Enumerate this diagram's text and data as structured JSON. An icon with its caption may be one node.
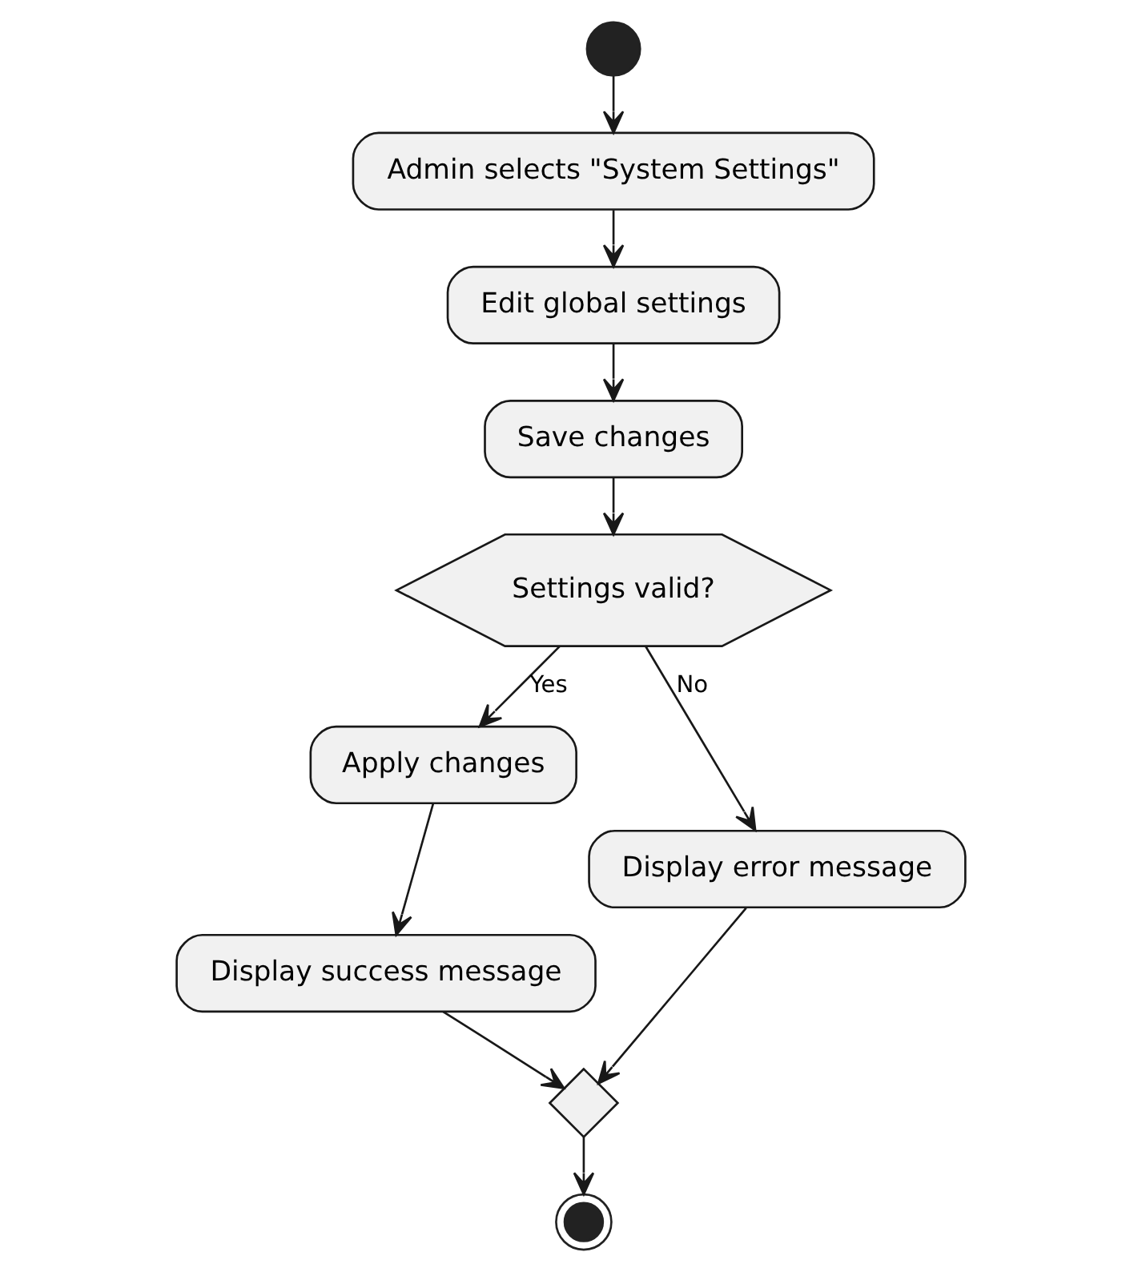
{
  "diagram": {
    "nodes": [
      {
        "text": [],
        "shape": "circle"
      },
      {
        "text": [
          "Admin selects \"System Settings\""
        ]
      },
      {
        "text": [
          "Edit global settings"
        ]
      },
      {
        "text": [
          "Save changes"
        ]
      },
      {
        "text": [
          "Settings valid?"
        ]
      },
      {
        "text": [
          "Apply changes"
        ]
      },
      {
        "text": [
          "Display error message"
        ]
      },
      {
        "text": [
          "Display success message"
        ]
      },
      {
        "text": [],
        "shape": "diamond"
      },
      {
        "text": [],
        "shape": "circle"
      }
    ],
    "edges": [
      {
        "from": 0,
        "to": 1,
        "arrow": "to"
      },
      {
        "from": 1,
        "to": 2,
        "arrow": "to"
      },
      {
        "from": 2,
        "to": 3,
        "arrow": "to"
      },
      {
        "from": 3,
        "to": 4,
        "arrow": "to"
      },
      {
        "from": 4,
        "to": 5,
        "arrow": "to",
        "label": "Yes"
      },
      {
        "from": 4,
        "to": 6,
        "arrow": "to",
        "label": "No"
      },
      {
        "from": 5,
        "to": 7,
        "arrow": "to"
      },
      {
        "from": 7,
        "to": 8,
        "arrow": "to"
      },
      {
        "from": 6,
        "to": 8,
        "arrow": "to"
      },
      {
        "from": 8,
        "to": 9,
        "arrow": "to"
      }
    ]
  }
}
